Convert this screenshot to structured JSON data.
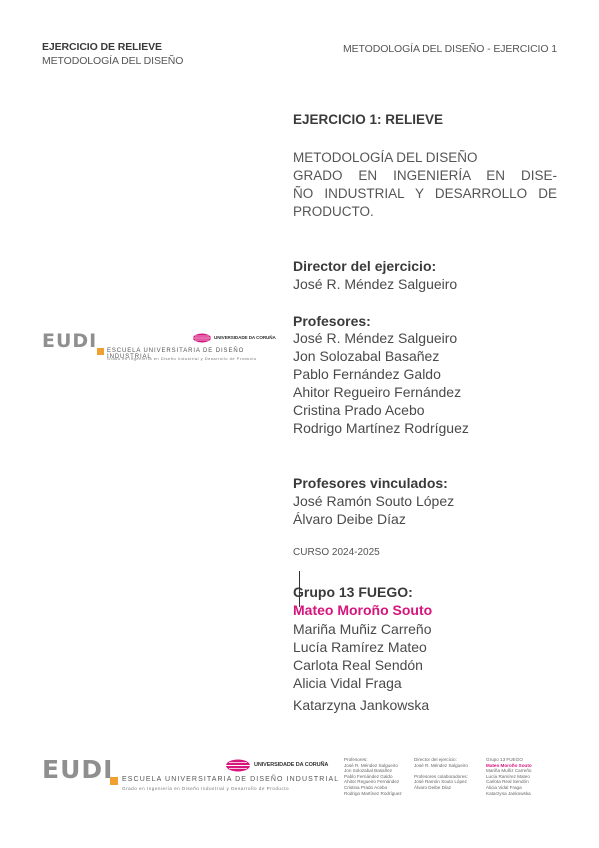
{
  "header": {
    "left_title": "EJERCICIO DE RELIEVE",
    "left_subtitle": "METODOLOGÍA DEL DISEÑO",
    "right": "METODOLOGÍA DEL DISEÑO - EJERCICIO 1"
  },
  "title": "EJERCICIO 1: RELIEVE",
  "methodology_lines": [
    "METODOLOGÍA DEL DISEÑO",
    "GRADO EN INGENIERÍA EN DISE-",
    "ÑO INDUSTRIAL Y DESARROLLO DE",
    "PRODUCTO."
  ],
  "director": {
    "heading": "Director del ejercicio:",
    "name": "José R. Méndez Salgueiro"
  },
  "profesores": {
    "heading": "Profesores:",
    "names": [
      "José R. Méndez Salgueiro",
      "Jon Solozabal Basañez",
      "Pablo Fernández Galdo",
      "Ahitor Regueiro Fernández",
      "Cristina Prado Acebo",
      "Rodrigo Martínez Rodríguez"
    ]
  },
  "vinculados": {
    "heading": "Profesores vinculados:",
    "names": [
      "José Ramón Souto López",
      "Álvaro Deibe Díaz"
    ]
  },
  "curso": "CURSO 2024-2025",
  "grupo": {
    "heading": "Grupo 13 FUEGO:",
    "highlight": "Mateo Moroño Souto",
    "names": [
      "Mariña Muñiz Carreño",
      "Lucía Ramírez Mateo",
      "Carlota Real Sendón",
      "Alicia Vidal Fraga",
      "Katarzyna Jankowska"
    ]
  },
  "logo": {
    "eudi": "EUDI",
    "escuela": "ESCUELA UNIVERSITARIA DE DISEÑO INDUSTRIAL",
    "escuela_sub": "Grado en Ingeniería en Diseño Industrial y Desarrollo de Producto",
    "udc": "UNIVERSIDADE DA CORUÑA"
  },
  "footer_cols": {
    "col1": [
      "Profesores:",
      "José R. Méndez Salgueiro",
      "Jon Solozabal Basañez",
      "Pablo Fernández Galdo",
      "Ahitor Regueiro Fernández",
      "Cristina Prado Acebo",
      "Rodrigo Martínez Rodríguez"
    ],
    "col2": [
      "Director del ejercicio:",
      "José R. Méndez Salgueiro",
      "",
      "Profesores colaboradores:",
      "José Ramón Souto López",
      "Álvaro Deibe Díaz"
    ],
    "col3_head": "Grupo 13 FUEGO",
    "col3_highlight": "Mateo Moroño Souto",
    "col3": [
      "Mariña Muñiz Carreño",
      "Lucía Ramírez Mateo",
      "Carlota Real Sendón",
      "Alicia Vidal Fraga",
      "Katarzyna Jankowska"
    ]
  },
  "colors": {
    "accent_pink": "#d6157d",
    "accent_orange": "#f0a030",
    "text": "#3a3a3a"
  }
}
